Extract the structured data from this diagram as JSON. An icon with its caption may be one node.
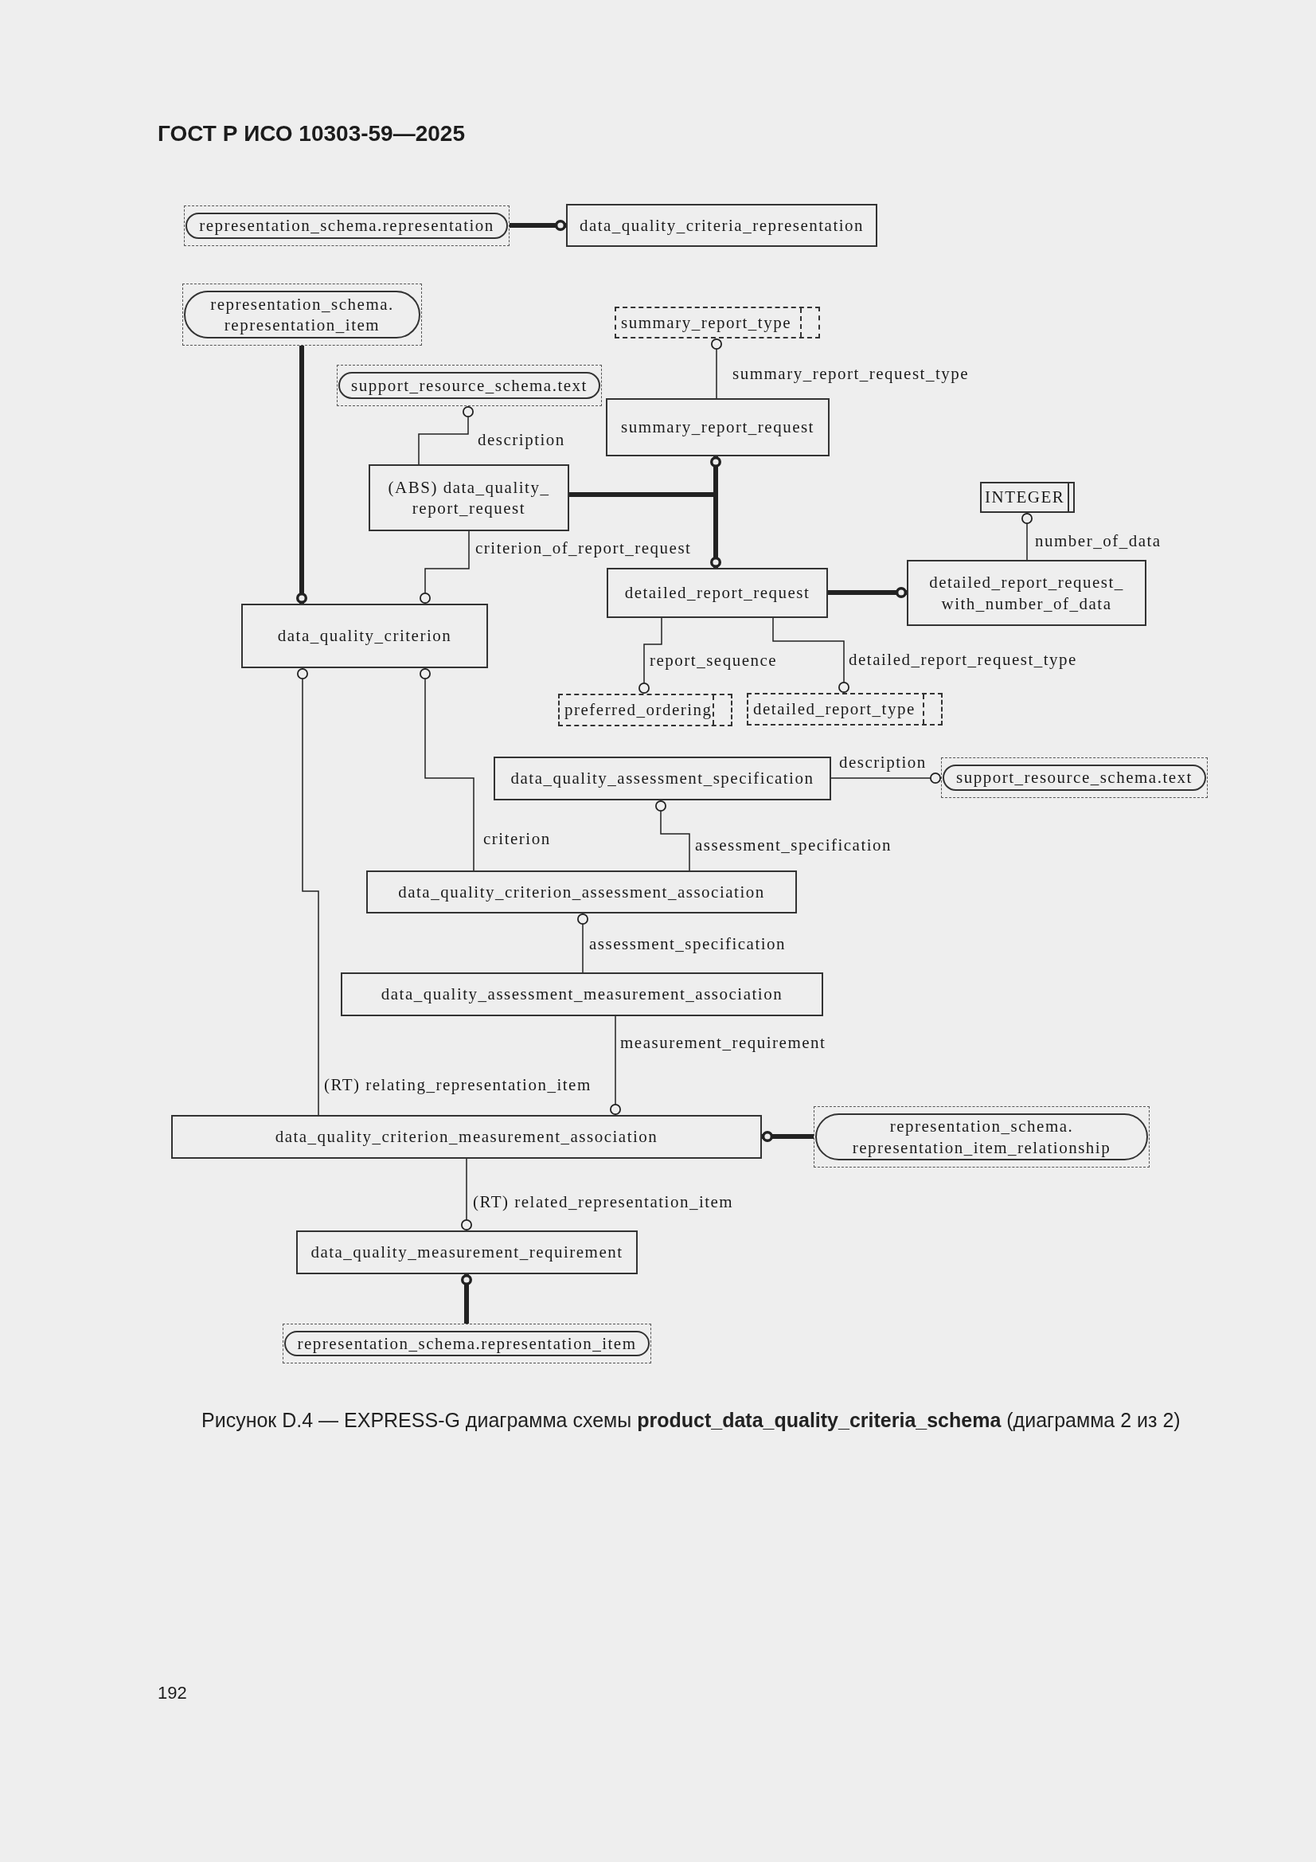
{
  "diagram": {
    "caption": "Рисунок D.4 — EXPRESS-G диаграмма схемы **product_data_quality_criteria_schema** (диаграмма 2 из 2)",
    "nodes": [
      {
        "text": [
          "representation_schema.representation"
        ]
      },
      {
        "text": [
          "data_quality_criteria_representation"
        ]
      },
      {
        "text": [
          "representation_schema. representation_item"
        ]
      },
      {
        "text": [
          "summary_report_type"
        ]
      },
      {
        "text": [
          "support_resource_schema.text"
        ]
      },
      {
        "text": [
          "summary_report_request"
        ]
      },
      {
        "text": [
          "(ABS) data_quality_ report_request"
        ]
      },
      {
        "text": [
          "INTEGER"
        ]
      },
      {
        "text": [
          "detailed_report_request"
        ]
      },
      {
        "text": [
          "detailed_report_request_ with_number_of_data"
        ]
      },
      {
        "text": [
          "data_quality_criterion"
        ]
      },
      {
        "text": [
          "preferred_ordering"
        ]
      },
      {
        "text": [
          "detailed_report_type"
        ]
      },
      {
        "text": [
          "data_quality_assessment_specification"
        ]
      },
      {
        "text": [
          "support_resource_schema.text"
        ]
      },
      {
        "text": [
          "data_quality_criterion_assessment_association"
        ]
      },
      {
        "text": [
          "data_quality_assessment_measurement_association"
        ]
      },
      {
        "text": [
          "data_quality_criterion_measurement_association"
        ]
      },
      {
        "text": [
          "representation_schema. representation_item_relationship"
        ]
      },
      {
        "text": [
          "data_quality_measurement_requirement"
        ]
      },
      {
        "text": [
          "representation_schema.representation_item"
        ]
      }
    ],
    "edges": [
      {
        "from": 0,
        "to": 1,
        "arrow": "other",
        "style": "thick"
      },
      {
        "from": 2,
        "to": 10,
        "arrow": "other",
        "style": "thick"
      },
      {
        "from": 5,
        "to": 3,
        "arrow": "other",
        "label": "summary_report_request_type"
      },
      {
        "from": 6,
        "to": 4,
        "arrow": "other",
        "label": "description"
      },
      {
        "from": 6,
        "to": 5,
        "arrow": "other",
        "style": "thick"
      },
      {
        "from": 6,
        "to": 8,
        "arrow": "other",
        "style": "thick"
      },
      {
        "from": 8,
        "to": 9,
        "arrow": "other",
        "style": "thick"
      },
      {
        "from": 9,
        "to": 7,
        "arrow": "other",
        "label": "number_of_data"
      },
      {
        "from": 6,
        "to": 10,
        "arrow": "other",
        "label": "criterion_of_report_request"
      },
      {
        "from": 8,
        "to": 11,
        "arrow": "other",
        "label": "report_sequence"
      },
      {
        "from": 8,
        "to": 12,
        "arrow": "other",
        "label": "detailed_report_request_type"
      },
      {
        "from": 15,
        "to": 10,
        "arrow": "other",
        "label": "criterion"
      },
      {
        "from": 15,
        "to": 13,
        "arrow": "other",
        "label": "assessment_specification"
      },
      {
        "from": 13,
        "to": 14,
        "arrow": "other",
        "label": "description"
      },
      {
        "from": 16,
        "to": 15,
        "arrow": "other",
        "label": "assessment_specification"
      },
      {
        "from": 16,
        "to": 17,
        "arrow": "other",
        "label": "measurement_requirement"
      },
      {
        "from": 17,
        "to": 10,
        "arrow": "other",
        "label": "(RT) relating_representation_item"
      },
      {
        "from": 18,
        "to": 17,
        "arrow": "other",
        "style": "thick"
      },
      {
        "from": 17,
        "to": 19,
        "arrow": "other",
        "label": "(RT) related_representation_item"
      },
      {
        "from": 20,
        "to": 19,
        "arrow": "other",
        "style": "thick"
      }
    ],
    "labels": [
      "ГОСТ Р ИСО 10303-59—2025",
      "192"
    ]
  }
}
